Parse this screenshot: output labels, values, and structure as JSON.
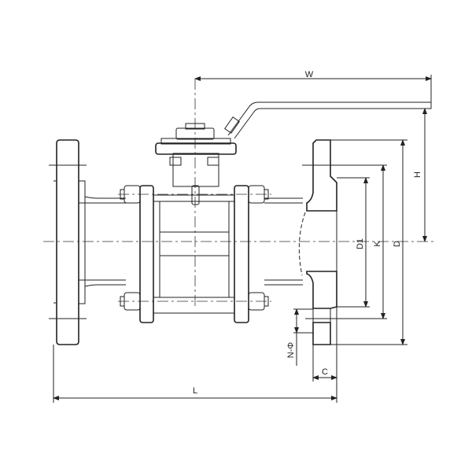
{
  "title": "Flanged 3-piece ball valve dimension drawing",
  "dimensions": {
    "W": "W",
    "H": "H",
    "D": "D",
    "K": "K",
    "D1": "D1",
    "N_phi": "N-Φ",
    "C": "C",
    "L": "L"
  },
  "colors": {
    "line": "#222222",
    "background": "#ffffff"
  }
}
